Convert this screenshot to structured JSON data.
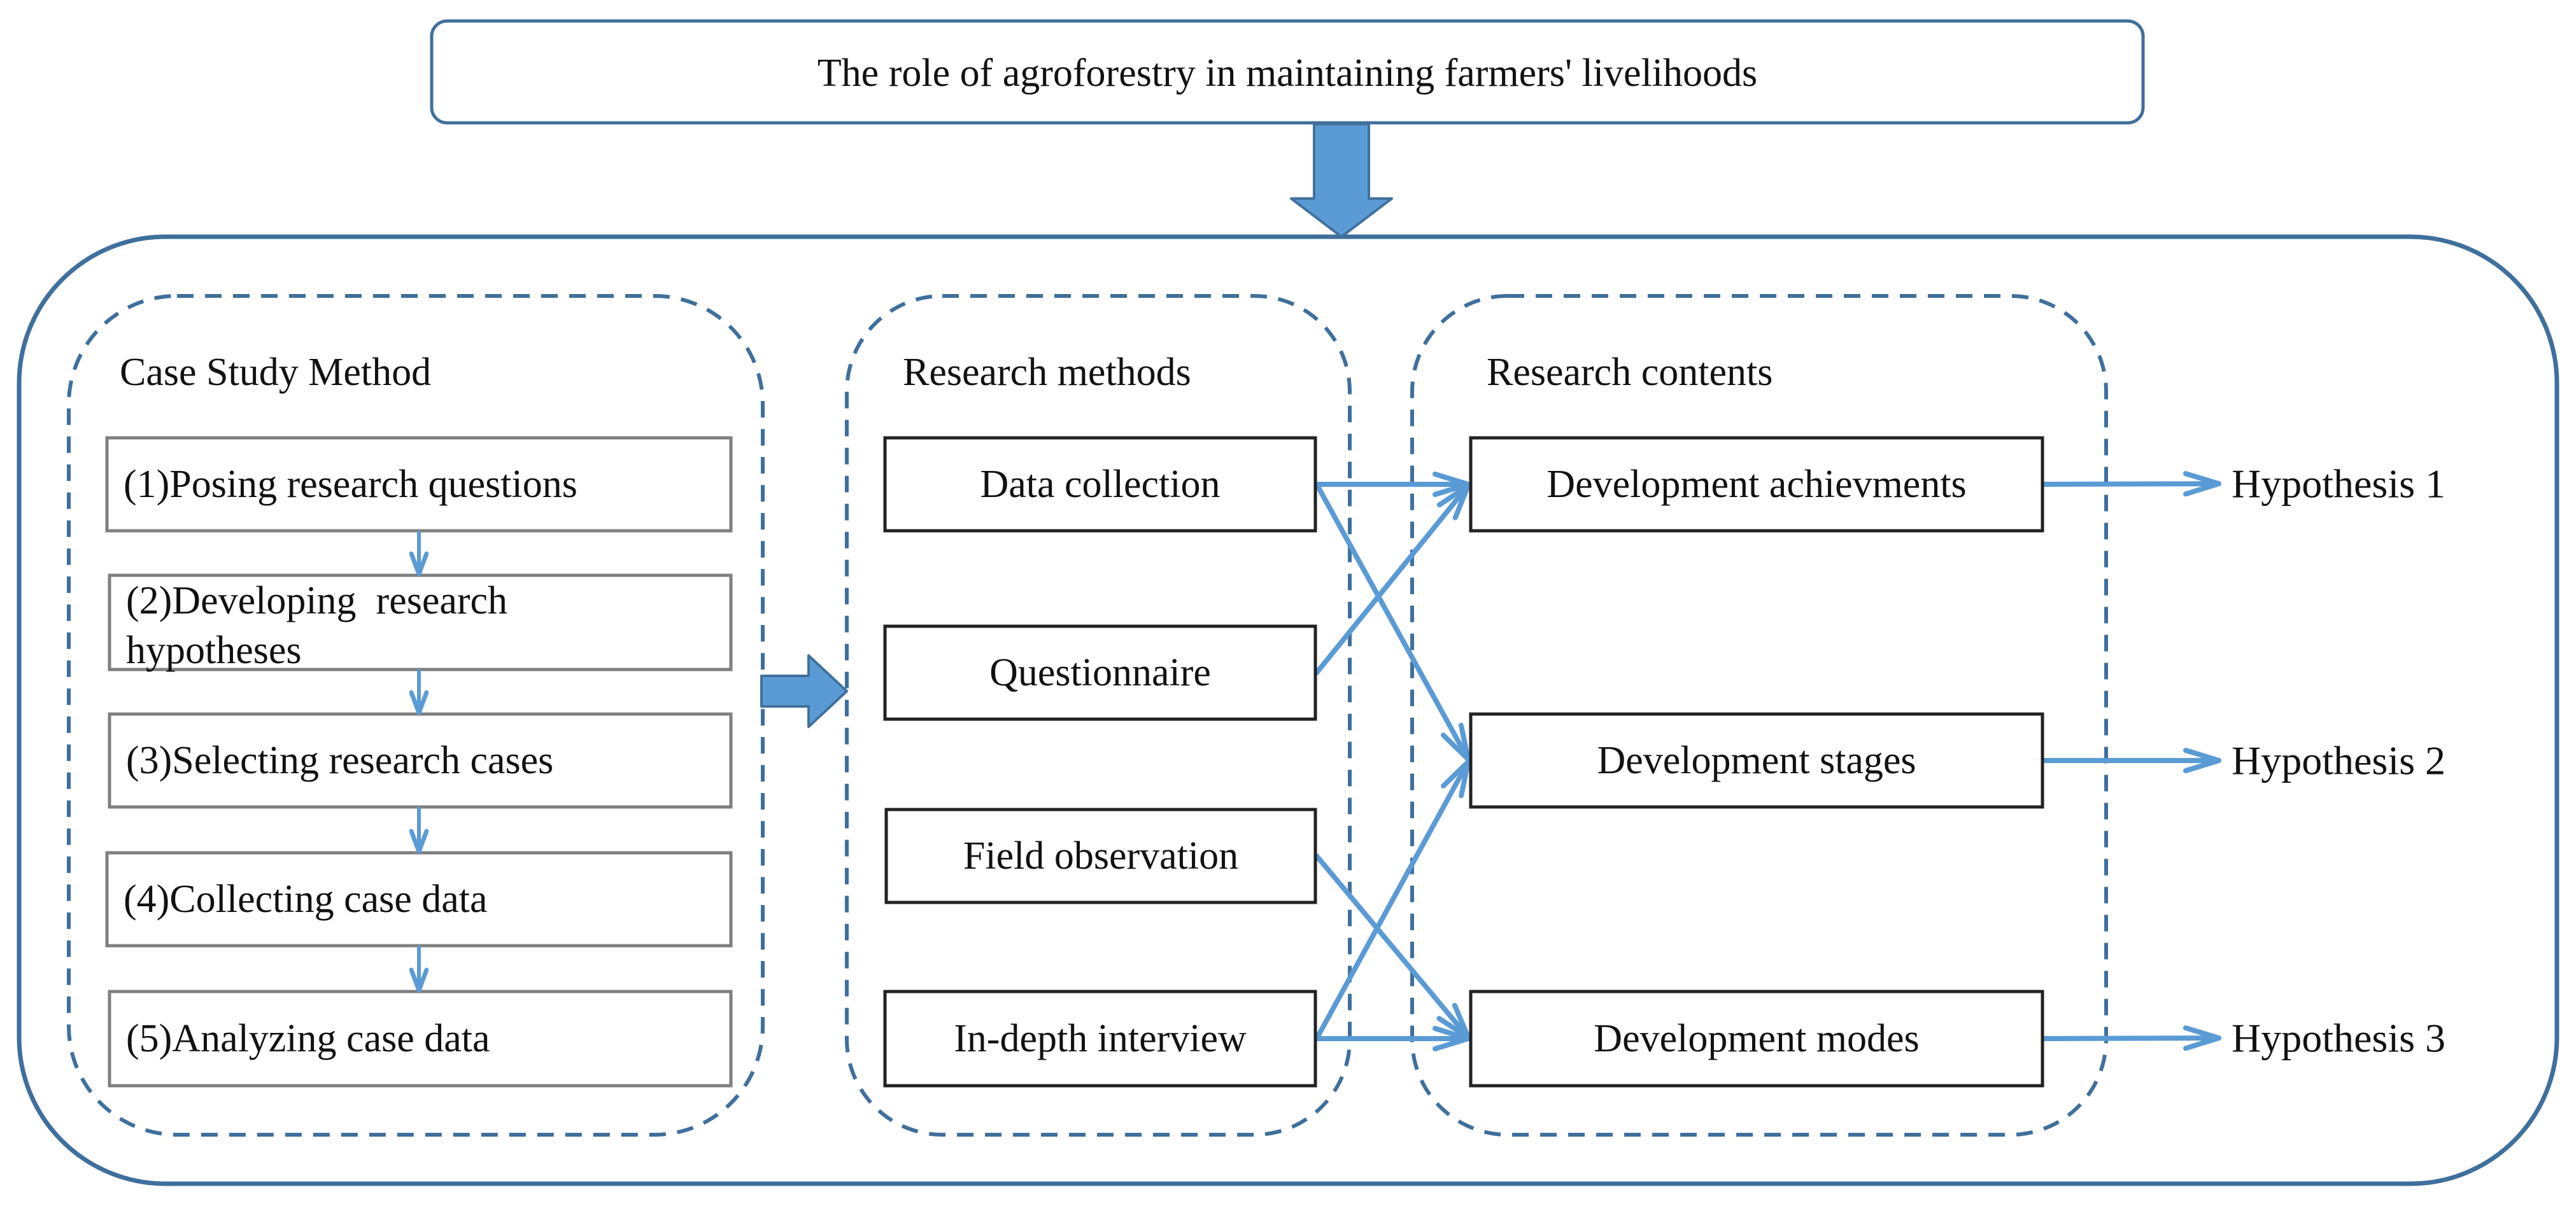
{
  "title": "The role of agroforestry in maintaining farmers' livelihoods",
  "colors": {
    "frame": "#3f6f9c",
    "arrow": "#5b9bd5",
    "block_arrow_fill": "#5b9bd5",
    "block_arrow_stroke": "#41719c",
    "box_border": "#222222",
    "step_border": "#7f7f7f",
    "text": "#111111"
  },
  "case_study": {
    "heading": "Case Study Method",
    "steps": [
      {
        "id": "s1",
        "lines": [
          "(1)Posing research questions"
        ]
      },
      {
        "id": "s2",
        "lines": [
          "(2)Developing  research",
          "hypotheses"
        ]
      },
      {
        "id": "s3",
        "lines": [
          "(3)Selecting research cases"
        ]
      },
      {
        "id": "s4",
        "lines": [
          "(4)Collecting case data"
        ]
      },
      {
        "id": "s5",
        "lines": [
          "(5)Analyzing case data"
        ]
      }
    ]
  },
  "research_methods": {
    "heading": "Research methods",
    "items": [
      {
        "id": "m1",
        "label": "Data collection"
      },
      {
        "id": "m2",
        "label": "Questionnaire"
      },
      {
        "id": "m3",
        "label": "Field observation"
      },
      {
        "id": "m4",
        "label": "In-depth interview"
      }
    ]
  },
  "research_contents": {
    "heading": "Research contents",
    "items": [
      {
        "id": "c1",
        "label": "Development achievments"
      },
      {
        "id": "c2",
        "label": "Development stages"
      },
      {
        "id": "c3",
        "label": "Development modes"
      }
    ]
  },
  "hypotheses": [
    {
      "id": "h1",
      "label": "Hypothesis 1"
    },
    {
      "id": "h2",
      "label": "Hypothesis 2"
    },
    {
      "id": "h3",
      "label": "Hypothesis 3"
    }
  ],
  "links": [
    {
      "from": "m1",
      "to": "c1"
    },
    {
      "from": "m1",
      "to": "c2"
    },
    {
      "from": "m2",
      "to": "c1"
    },
    {
      "from": "m3",
      "to": "c3"
    },
    {
      "from": "m4",
      "to": "c2"
    },
    {
      "from": "m4",
      "to": "c3"
    },
    {
      "from": "c1",
      "to": "h1"
    },
    {
      "from": "c2",
      "to": "h2"
    },
    {
      "from": "c3",
      "to": "h3"
    }
  ]
}
